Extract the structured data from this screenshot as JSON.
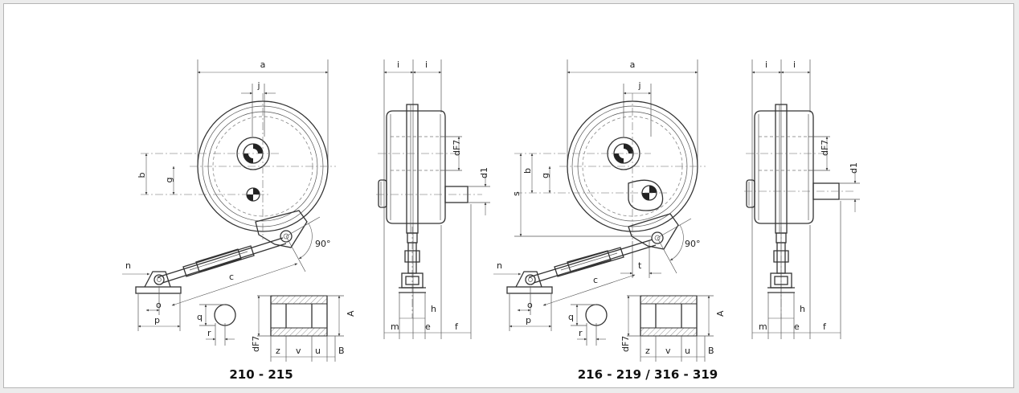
{
  "figure": {
    "left_caption": "210 - 215",
    "right_caption": "216 - 219 / 316 - 319"
  },
  "labels": {
    "a": "a",
    "b": "b",
    "c": "c",
    "g": "g",
    "j": "j",
    "n": "n",
    "o": "o",
    "p": "p",
    "q": "q",
    "r": "r",
    "s": "s",
    "t": "t",
    "i": "i",
    "e": "e",
    "f": "f",
    "h": "h",
    "m": "m",
    "A": "A",
    "B": "B",
    "z": "z",
    "v": "v",
    "u": "u",
    "d1": "d1",
    "dF7": "dF7",
    "angle": "90°"
  }
}
